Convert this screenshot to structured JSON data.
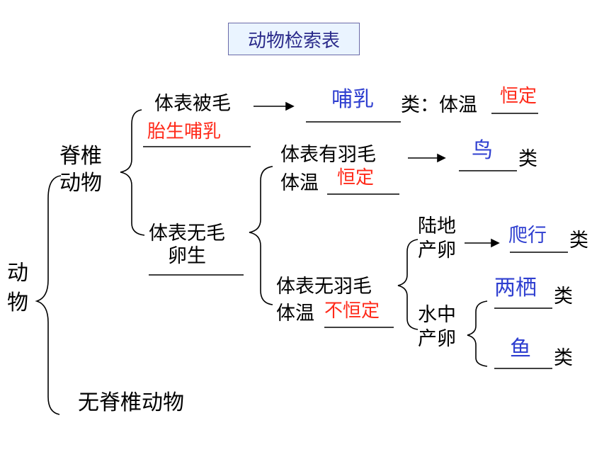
{
  "title": "动物检索表",
  "root": "动\n物",
  "vertebrate": "脊椎\n动物",
  "invertebrate": "无脊椎动物",
  "hair": {
    "label": "体表被毛",
    "reproduction": "胎生哺乳",
    "class": "哺乳",
    "suffix": "类：体温",
    "temperature": "恒定"
  },
  "no_hair": {
    "label": "体表无毛\n卵生"
  },
  "feathers": {
    "label": "体表有羽毛",
    "temp_label": "体温",
    "temperature": "恒定",
    "class": "鸟",
    "suffix": "类"
  },
  "no_feathers": {
    "label": "体表无羽毛",
    "temp_label": "体温",
    "temperature": "不恒定"
  },
  "land": {
    "label": "陆地\n产卵",
    "class": "爬行",
    "suffix": "类"
  },
  "water": {
    "label": "水中\n产卵",
    "class1": "两栖",
    "suffix1": "类",
    "class2": "鱼",
    "suffix2": "类"
  }
}
